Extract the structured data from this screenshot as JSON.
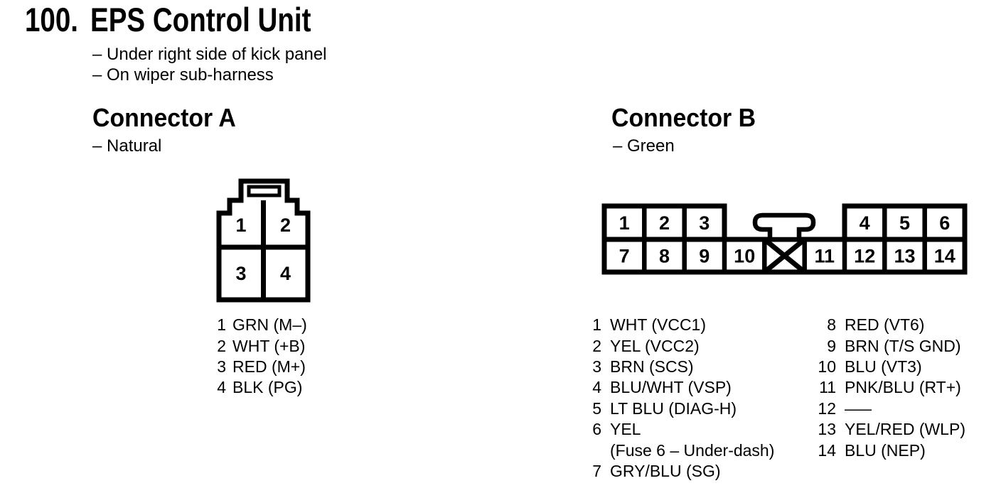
{
  "page": {
    "index_number": "100.",
    "title": "EPS Control Unit",
    "location_notes": [
      "– Under right side of kick panel",
      "– On wiper sub-harness"
    ]
  },
  "colors": {
    "ink": "#000000",
    "paper": "#ffffff"
  },
  "connector_a": {
    "heading": "Connector A",
    "color_note": "– Natural",
    "cells": [
      "1",
      "2",
      "3",
      "4"
    ],
    "pins": [
      {
        "num": "1",
        "label": "GRN (M–)"
      },
      {
        "num": "2",
        "label": "WHT (+B)"
      },
      {
        "num": "3",
        "label": "RED (M+)"
      },
      {
        "num": "4",
        "label": "BLK (PG)"
      }
    ]
  },
  "connector_b": {
    "heading": "Connector B",
    "color_note": "– Green",
    "cells_top_left": [
      "1",
      "2",
      "3"
    ],
    "cells_top_right": [
      "4",
      "5",
      "6"
    ],
    "cells_bottom": [
      "7",
      "8",
      "9",
      "10",
      "11",
      "12",
      "13",
      "14"
    ],
    "pins_left": [
      {
        "num": "1",
        "label": "WHT (VCC1)"
      },
      {
        "num": "2",
        "label": "YEL (VCC2)"
      },
      {
        "num": "3",
        "label": "BRN (SCS)"
      },
      {
        "num": "4",
        "label": "BLU/WHT (VSP)"
      },
      {
        "num": "5",
        "label": "LT BLU (DIAG-H)"
      },
      {
        "num": "6",
        "label": "YEL",
        "label_line2": "(Fuse 6 – Under-dash)"
      },
      {
        "num": "7",
        "label": "GRY/BLU (SG)"
      }
    ],
    "pins_right": [
      {
        "num": "8",
        "label": "RED (VT6)"
      },
      {
        "num": "9",
        "label": "BRN (T/S GND)"
      },
      {
        "num": "10",
        "label": "BLU (VT3)"
      },
      {
        "num": "11",
        "label": "PNK/BLU (RT+)"
      },
      {
        "num": "12",
        "label": "——"
      },
      {
        "num": "13",
        "label": "YEL/RED (WLP)"
      },
      {
        "num": "14",
        "label": "BLU (NEP)"
      }
    ]
  }
}
